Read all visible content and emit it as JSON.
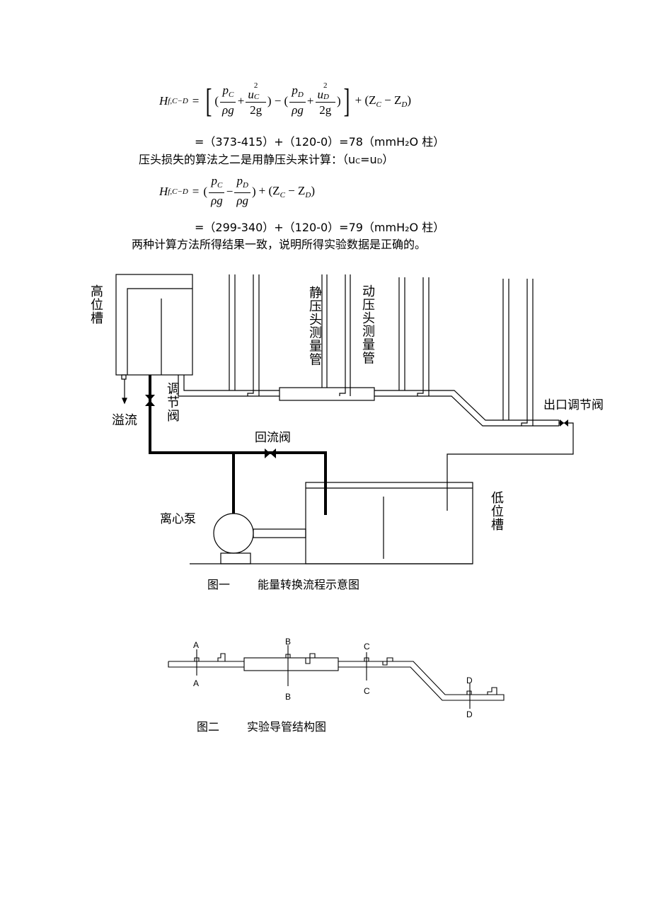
{
  "equation1": {
    "lhs": "H",
    "lhs_sub": "f,C−D",
    "eq": "=",
    "t1_num": "p",
    "t1_num_sub": "C",
    "t1_den": "ρg",
    "t2_num": "u",
    "t2_num_sup": "2",
    "t2_num_sub": "C",
    "t2_den": "2g",
    "t3_num": "p",
    "t3_num_sub": "D",
    "t3_den": "ρg",
    "t4_num": "u",
    "t4_num_sup": "2",
    "t4_num_sub": "D",
    "t4_den": "2g",
    "tail": "+ (Z",
    "tail_sub1": "C",
    "tail_mid": "− Z",
    "tail_sub2": "D",
    "tail_end": ")"
  },
  "result1": "=（373-415）+（120-0）=78（mmH₂O 柱）",
  "method2_text": "压头损失的算法之二是用静压头来计算：（u",
  "method2_sub1": "C",
  "method2_mid": "=u",
  "method2_sub2": "D",
  "method2_end": "）",
  "equation2": {
    "lhs": "H",
    "lhs_sub": "f,C−D",
    "eq": "=",
    "t1_num": "p",
    "t1_num_sub": "C",
    "t1_den": "ρg",
    "t2_num": "p",
    "t2_num_sub": "D",
    "t2_den": "ρg",
    "tail": "+ (Z",
    "tail_sub1": "C",
    "tail_mid": "− Z",
    "tail_sub2": "D",
    "tail_end": ")"
  },
  "result2": "=（299-340）+（120-0）=79（mmH₂O 柱）",
  "conclusion": "两种计算方法所得结果一致，说明所得实验数据是正确的。",
  "figure1": {
    "label_high_tank": "高位槽",
    "label_overflow": "溢流",
    "label_regulating_valve": "调节阀",
    "label_static_tube": "静压头测量管",
    "label_dynamic_tube": "动压头测量管",
    "label_outlet_valve": "出口调节阀",
    "label_return_valve": "回流阀",
    "label_pump": "离心泵",
    "label_low_tank": "低位槽",
    "caption_number": "图一",
    "caption_title": "能量转换流程示意图"
  },
  "figure2": {
    "sec_a": "A",
    "sec_b": "B",
    "sec_c": "C",
    "sec_d": "D",
    "caption_number": "图二",
    "caption_title": "实验导管结构图"
  }
}
